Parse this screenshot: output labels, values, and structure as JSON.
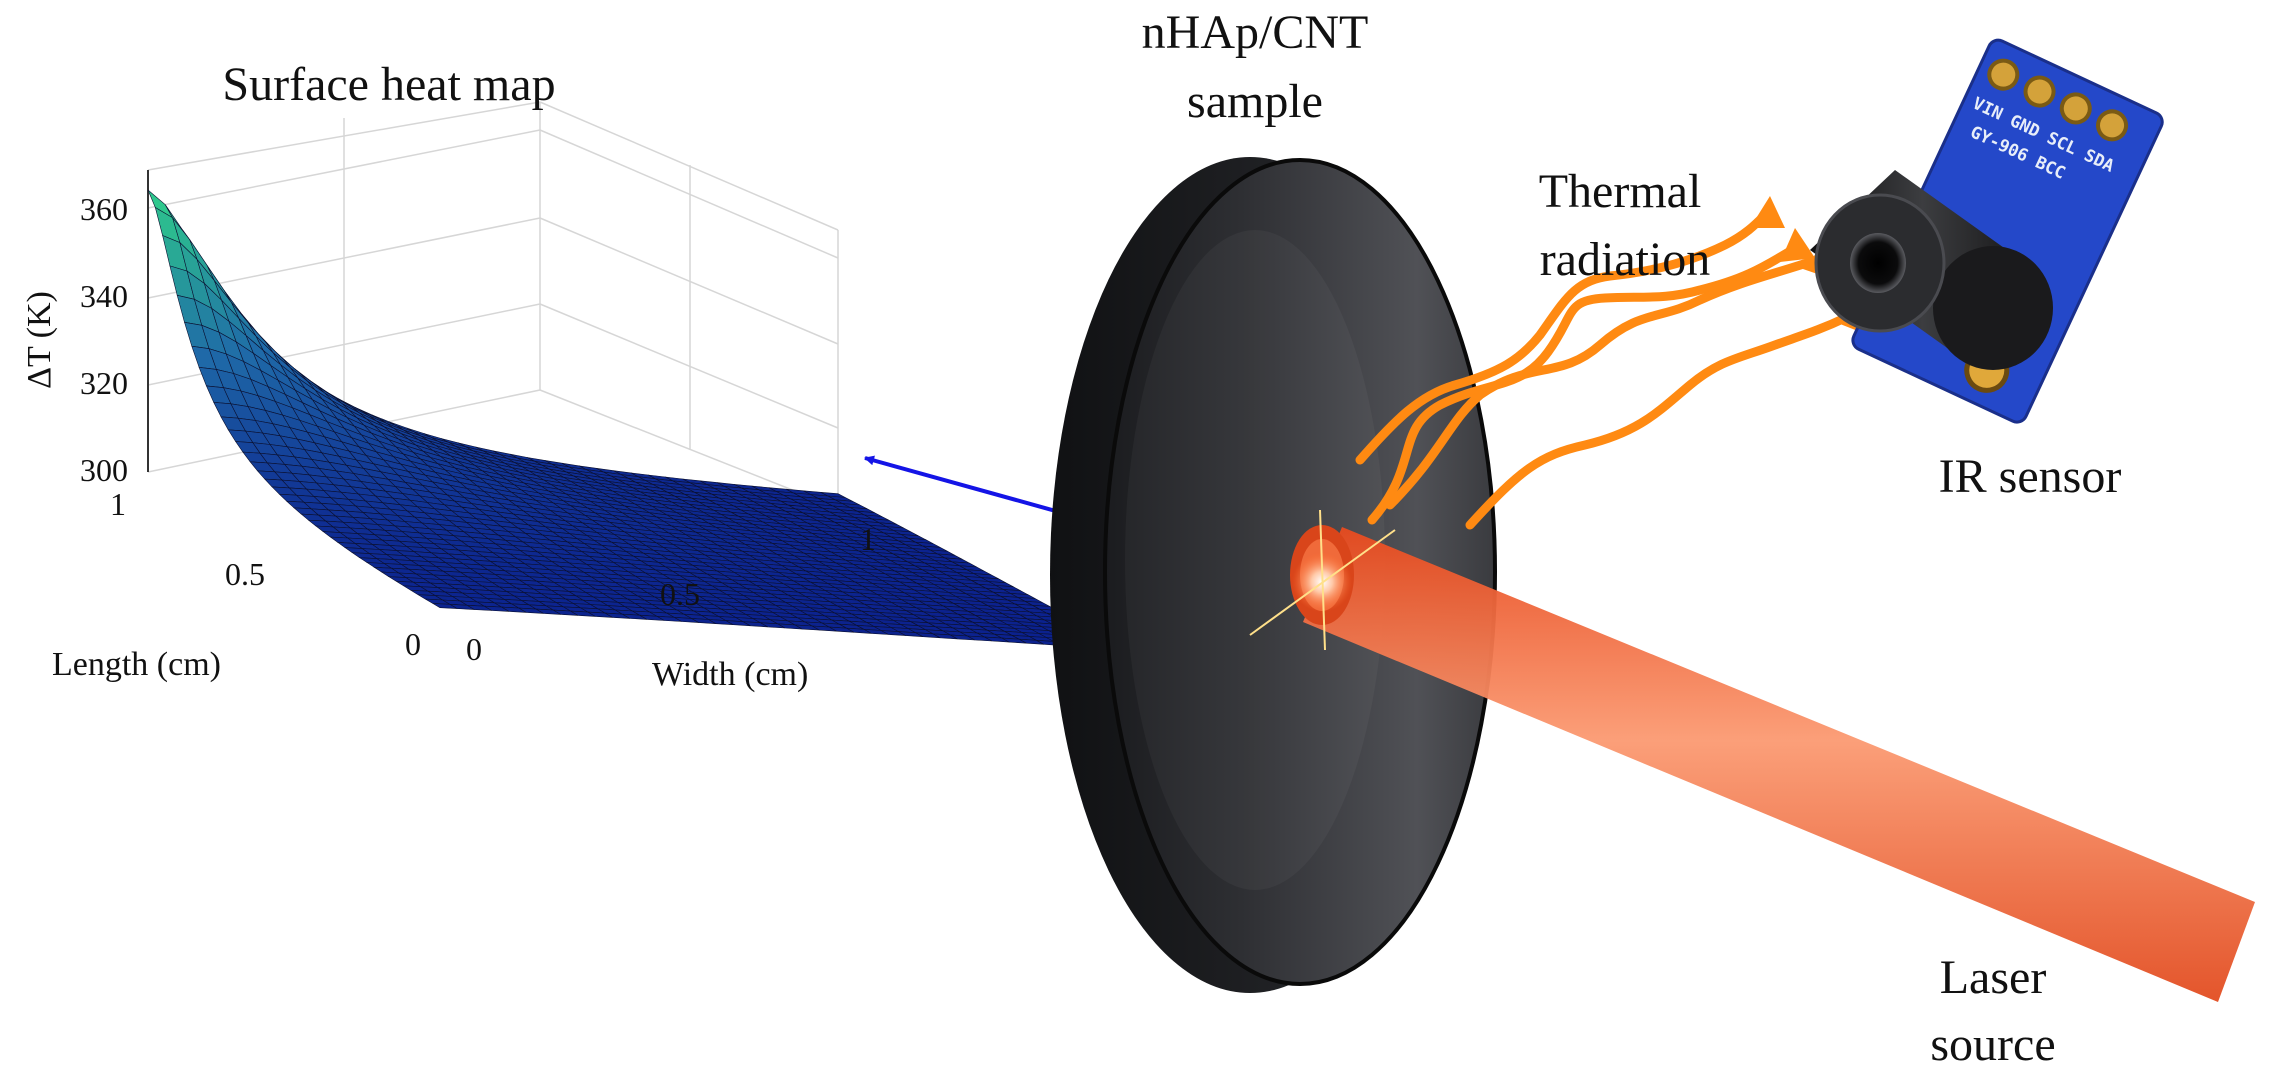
{
  "figure": {
    "heatmap": {
      "title": "Surface heat map",
      "zlabel": "ΔT (K)",
      "xlabel": "Length (cm)",
      "ylabel": "Width (cm)",
      "zticks": [
        "300",
        "320",
        "340",
        "360"
      ],
      "length_ticks": [
        "1",
        "0.5",
        "0"
      ],
      "width_ticks": [
        "0",
        "0.5",
        "1"
      ]
    },
    "sample_label_line1": "nHAp/CNT",
    "sample_label_line2": "sample",
    "radiation_label_line1": "Thermal",
    "radiation_label_line2": "radiation",
    "sensor_label": "IR sensor",
    "laser_label_line1": "Laser",
    "laser_label_line2": "source",
    "sensor_board_text": [
      "VIN GND SCL SDA",
      "GY-906 BCC"
    ],
    "colors": {
      "surface_low": "#0a1c8c",
      "surface_mid": "#1f6aa8",
      "surface_high": "#2fd08a",
      "arrow": "#1414e6",
      "laser": "#f26a3a",
      "radiation": "#ff8a12",
      "disc": "#3a3b40",
      "sensor_board": "#2448c9"
    }
  },
  "chart_data": {
    "type": "surface",
    "title": "Surface heat map",
    "xlabel": "Length (cm)",
    "ylabel": "Width (cm)",
    "zlabel": "ΔT (K)",
    "xlim": [
      0,
      1
    ],
    "ylim": [
      0,
      1
    ],
    "zlim": [
      300,
      367
    ],
    "peak": {
      "x": 1,
      "y": 0,
      "z": 367
    },
    "base": 300
  }
}
